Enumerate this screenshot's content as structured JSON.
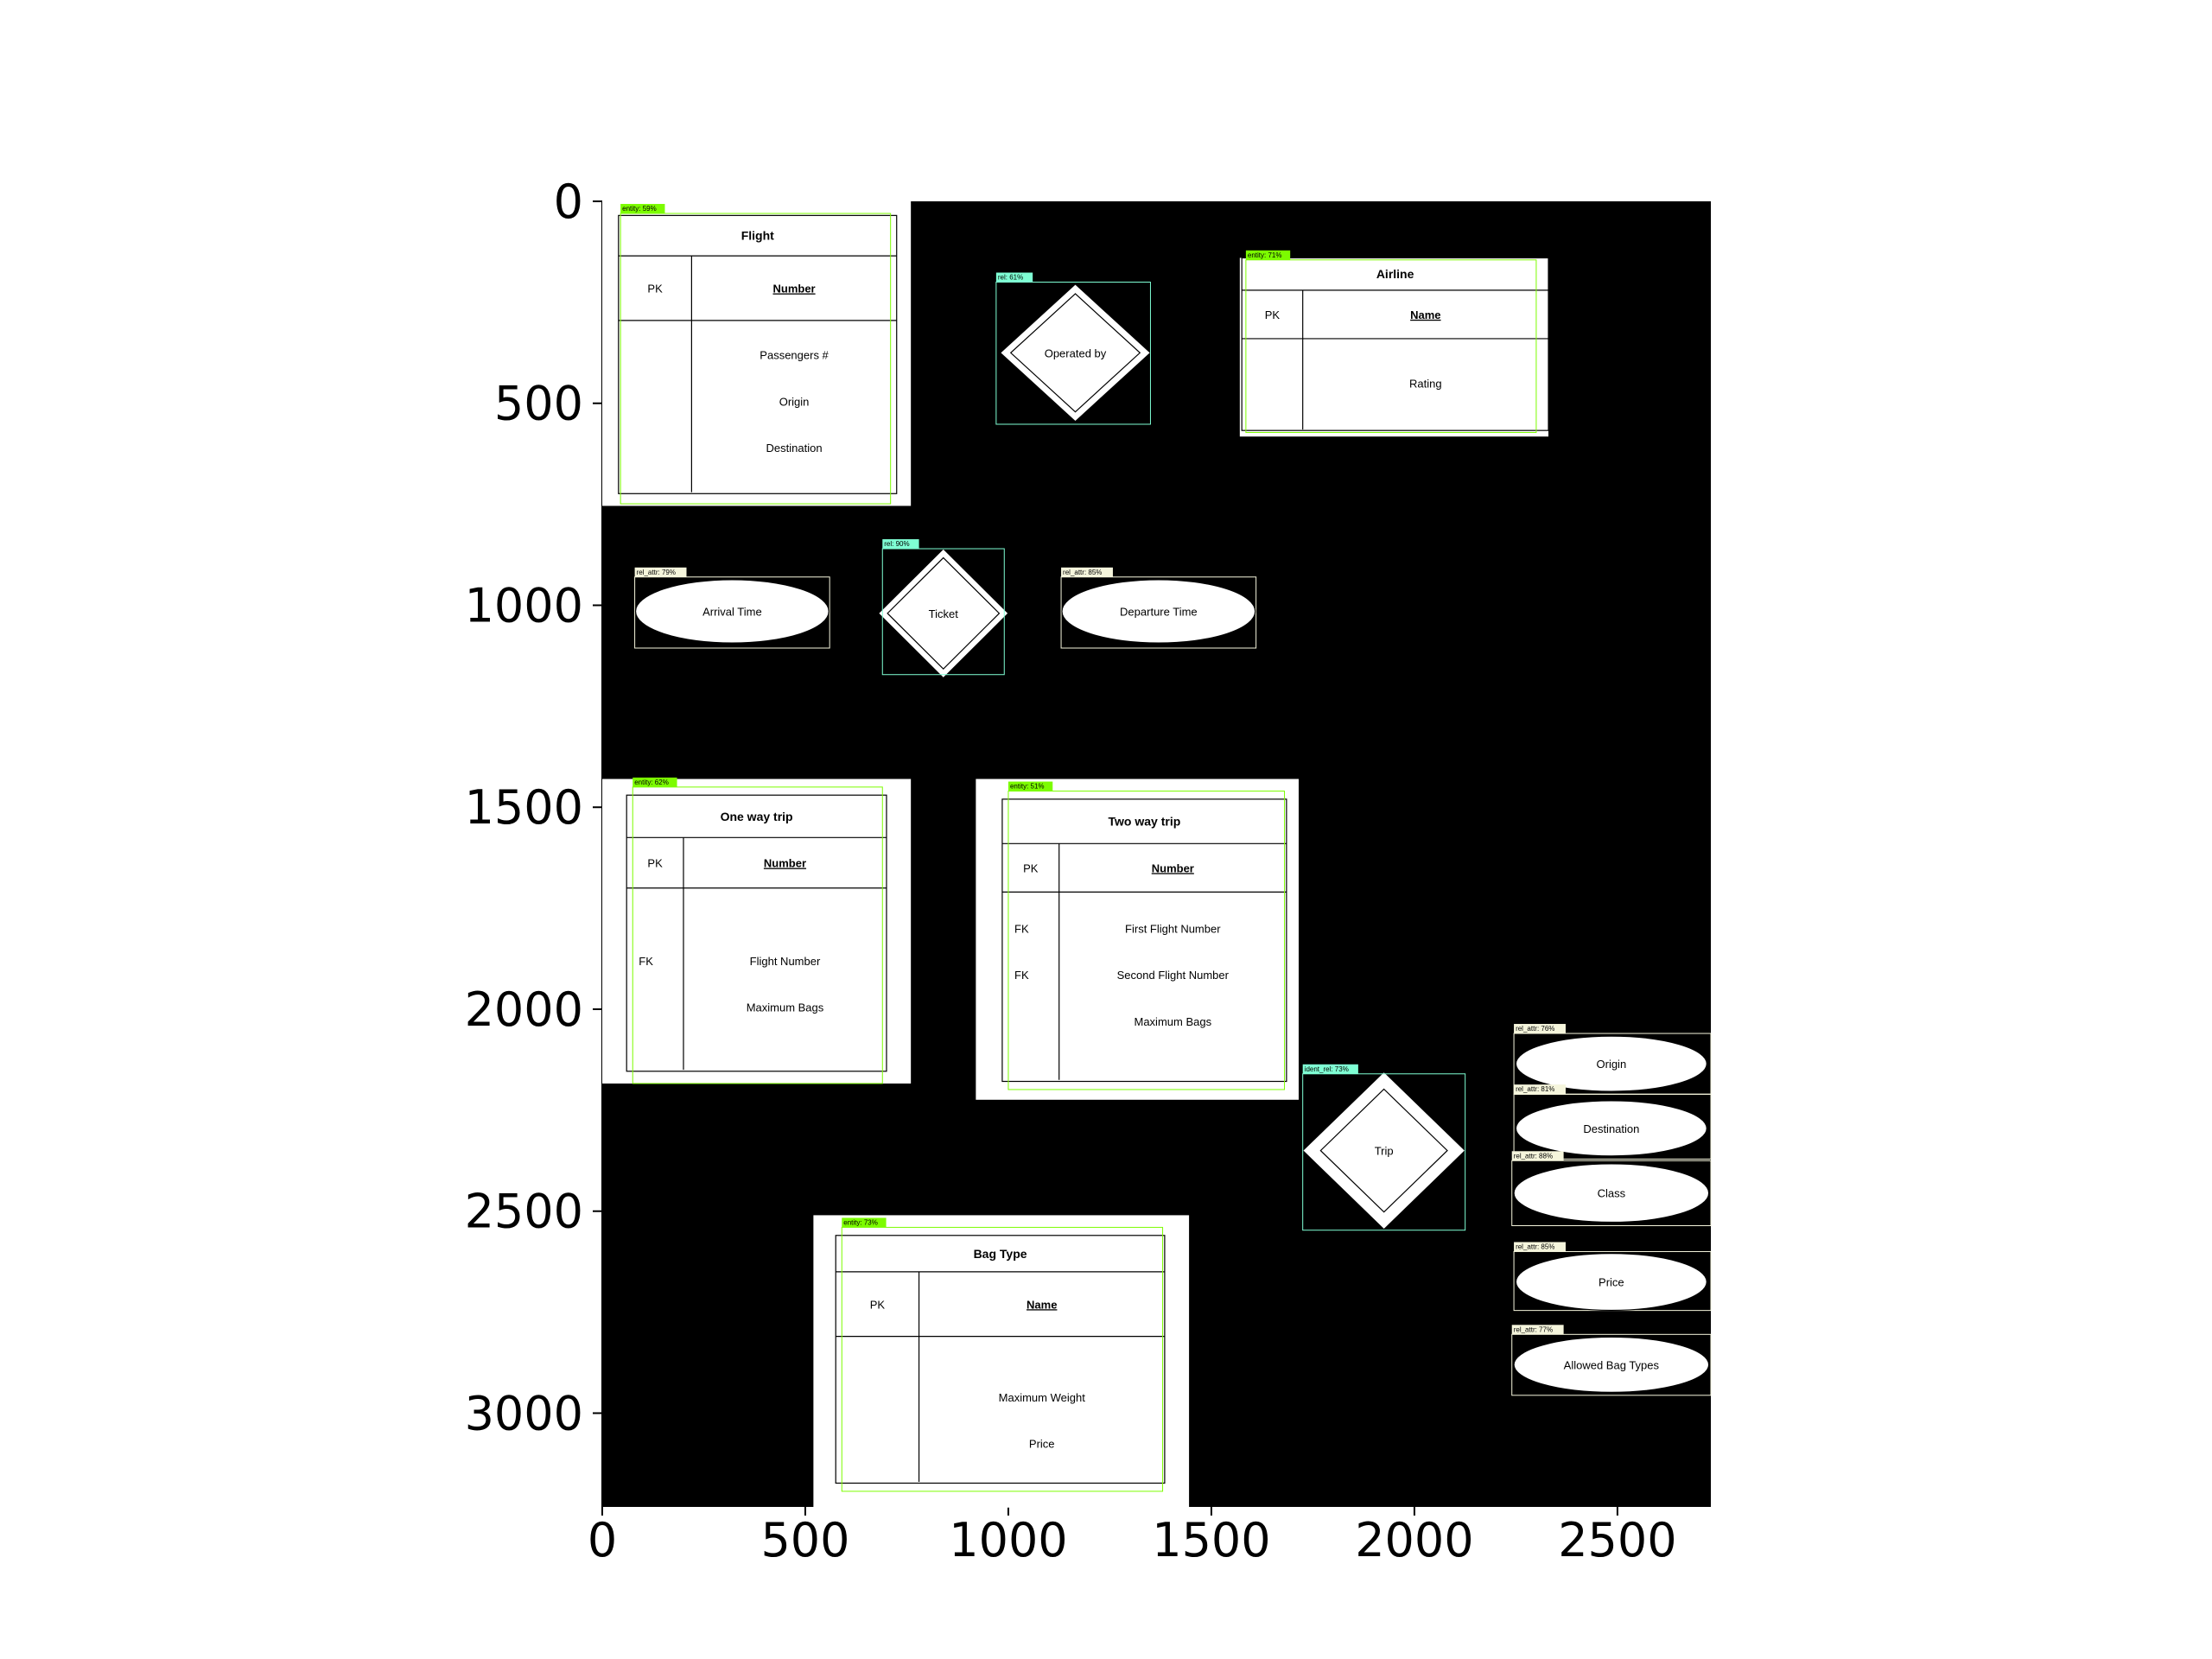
{
  "axes": {
    "x_ticks": [
      "0",
      "500",
      "1000",
      "1500",
      "2000",
      "2500"
    ],
    "y_ticks": [
      "0",
      "500",
      "1000",
      "1500",
      "2000",
      "2500",
      "3000"
    ],
    "x_tick_values": [
      0,
      500,
      1000,
      1500,
      2000,
      2500
    ],
    "y_tick_values": [
      0,
      500,
      1000,
      1500,
      2000,
      2500,
      3000
    ],
    "xlim": [
      0,
      2730
    ],
    "ylim": [
      0,
      3230
    ],
    "background": "#000000"
  },
  "entities": [
    {
      "id": "flight",
      "title": "Flight",
      "pk_label": "PK",
      "pk_field": "Number",
      "fk_labels": [],
      "attributes": [
        "Passengers #",
        "Origin",
        "Destination"
      ],
      "detection": "entity: 59%"
    },
    {
      "id": "airline",
      "title": "Airline",
      "pk_label": "PK",
      "pk_field": "Name",
      "fk_labels": [],
      "attributes": [
        "Rating"
      ],
      "detection": "entity: 71%"
    },
    {
      "id": "one-way-trip",
      "title": "One way trip",
      "pk_label": "PK",
      "pk_field": "Number",
      "fk_labels": [
        "FK"
      ],
      "attributes": [
        "Flight Number",
        "Maximum Bags"
      ],
      "detection": "entity: 62%"
    },
    {
      "id": "two-way-trip",
      "title": "Two way trip",
      "pk_label": "PK",
      "pk_field": "Number",
      "fk_labels": [
        "FK",
        "FK"
      ],
      "attributes": [
        "First Flight Number",
        "Second Flight Number",
        "Maximum Bags"
      ],
      "detection": "entity: 51%"
    },
    {
      "id": "bag-type",
      "title": "Bag Type",
      "pk_label": "PK",
      "pk_field": "Name",
      "fk_labels": [],
      "attributes": [
        "Maximum Weight",
        "Price"
      ],
      "detection": "entity: 73%"
    }
  ],
  "relationships": [
    {
      "id": "operated-by",
      "label": "Operated by",
      "identifying": false,
      "detection": "rel: 61%"
    },
    {
      "id": "ticket",
      "label": "Ticket",
      "identifying": false,
      "detection": "rel: 90%"
    },
    {
      "id": "trip",
      "label": "Trip",
      "identifying": true,
      "detection": "ident_rel: 73%"
    }
  ],
  "rel_attributes": [
    {
      "id": "arrival-time",
      "label": "Arrival Time",
      "detection": "rel_attr: 79%"
    },
    {
      "id": "departure-time",
      "label": "Departure Time",
      "detection": "rel_attr: 85%"
    },
    {
      "id": "origin",
      "label": "Origin",
      "detection": "rel_attr: 76%"
    },
    {
      "id": "destination",
      "label": "Destination",
      "detection": "rel_attr: 81%"
    },
    {
      "id": "class",
      "label": "Class",
      "detection": "rel_attr: 88%"
    },
    {
      "id": "price",
      "label": "Price",
      "detection": "rel_attr: 85%"
    },
    {
      "id": "allowed-bag-types",
      "label": "Allowed Bag Types",
      "detection": "rel_attr: 77%"
    }
  ],
  "colors": {
    "entity_box": "#7CFC00",
    "relationship_box": "#7FFFD4",
    "attribute_box": "#F5F5DC",
    "shape_fill": "#ffffff",
    "line": "#000000"
  }
}
